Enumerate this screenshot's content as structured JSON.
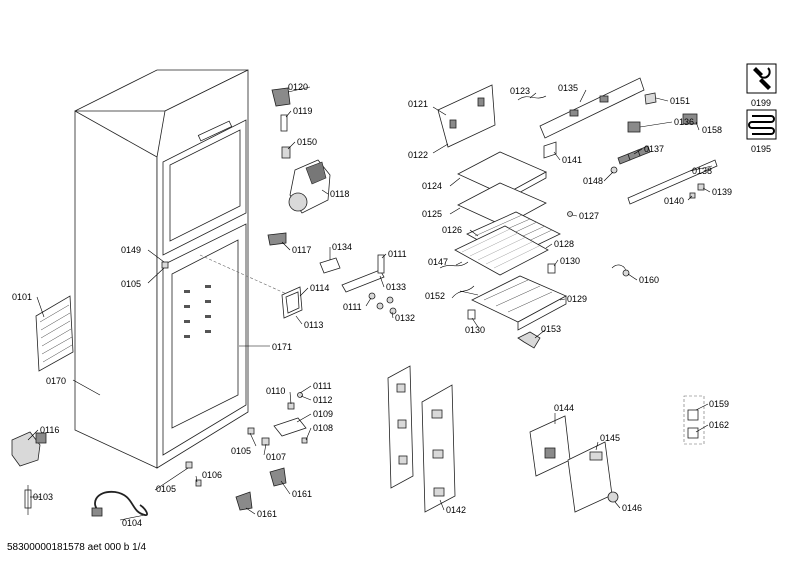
{
  "drawing_code": "58300000181578 aet 000 b 1/4",
  "icons": {
    "tool_code": "0199",
    "coil_code": "0195"
  },
  "labels": {
    "p0101": "0101",
    "p0103": "0103",
    "p0104": "0104",
    "p0105a": "0105",
    "p0105b": "0105",
    "p0105c": "0105",
    "p0106": "0106",
    "p0107": "0107",
    "p0108": "0108",
    "p0109": "0109",
    "p0110": "0110",
    "p0111a": "0111",
    "p0111b": "0111",
    "p0111c": "0111",
    "p0112": "0112",
    "p0113": "0113",
    "p0114": "0114",
    "p0116": "0116",
    "p0117": "0117",
    "p0118": "0118",
    "p0119": "0119",
    "p0120": "0120",
    "p0121": "0121",
    "p0122": "0122",
    "p0123": "0123",
    "p0124": "0124",
    "p0125": "0125",
    "p0126": "0126",
    "p0127": "0127",
    "p0128": "0128",
    "p0129": "0129",
    "p0130a": "0130",
    "p0130b": "0130",
    "p0132": "0132",
    "p0133": "0133",
    "p0134": "0134",
    "p0135": "0135",
    "p0136": "0136",
    "p0137": "0137",
    "p0138": "0138",
    "p0139": "0139",
    "p0140": "0140",
    "p0141": "0141",
    "p0142": "0142",
    "p0144": "0144",
    "p0145": "0145",
    "p0146": "0146",
    "p0147": "0147",
    "p0148": "0148",
    "p0149": "0149",
    "p0150": "0150",
    "p0151": "0151",
    "p0152": "0152",
    "p0153": "0153",
    "p0158": "0158",
    "p0159": "0159",
    "p0160": "0160",
    "p0161a": "0161",
    "p0161b": "0161",
    "p0162": "0162",
    "p0170": "0170",
    "p0171": "0171"
  }
}
